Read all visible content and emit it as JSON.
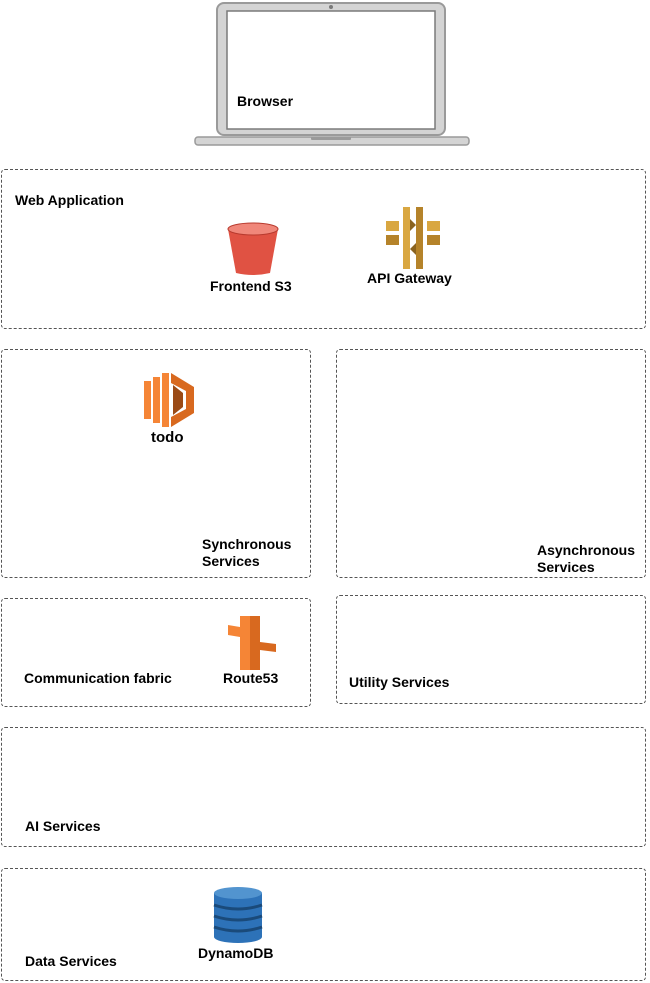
{
  "browser": {
    "label": "Browser"
  },
  "web_application": {
    "title": "Web Application",
    "frontend_label": "Frontend S3",
    "api_label": "API Gateway"
  },
  "synchronous_services": {
    "title": "Synchronous Services",
    "lambda_label": "todo"
  },
  "asynchronous_services": {
    "title": "Asynchronous Services"
  },
  "communication_fabric": {
    "title": "Communication fabric",
    "route_label": "Route53"
  },
  "utility_services": {
    "title": "Utility Services"
  },
  "ai_services": {
    "title": "AI Services"
  },
  "data_services": {
    "title": "Data Services",
    "db_label": "DynamoDB"
  },
  "colors": {
    "s3": "#e05243",
    "api_gateway": "#d9a741",
    "lambda": "#f58536",
    "route53": "#f58536",
    "dynamodb": "#2d72b8"
  }
}
